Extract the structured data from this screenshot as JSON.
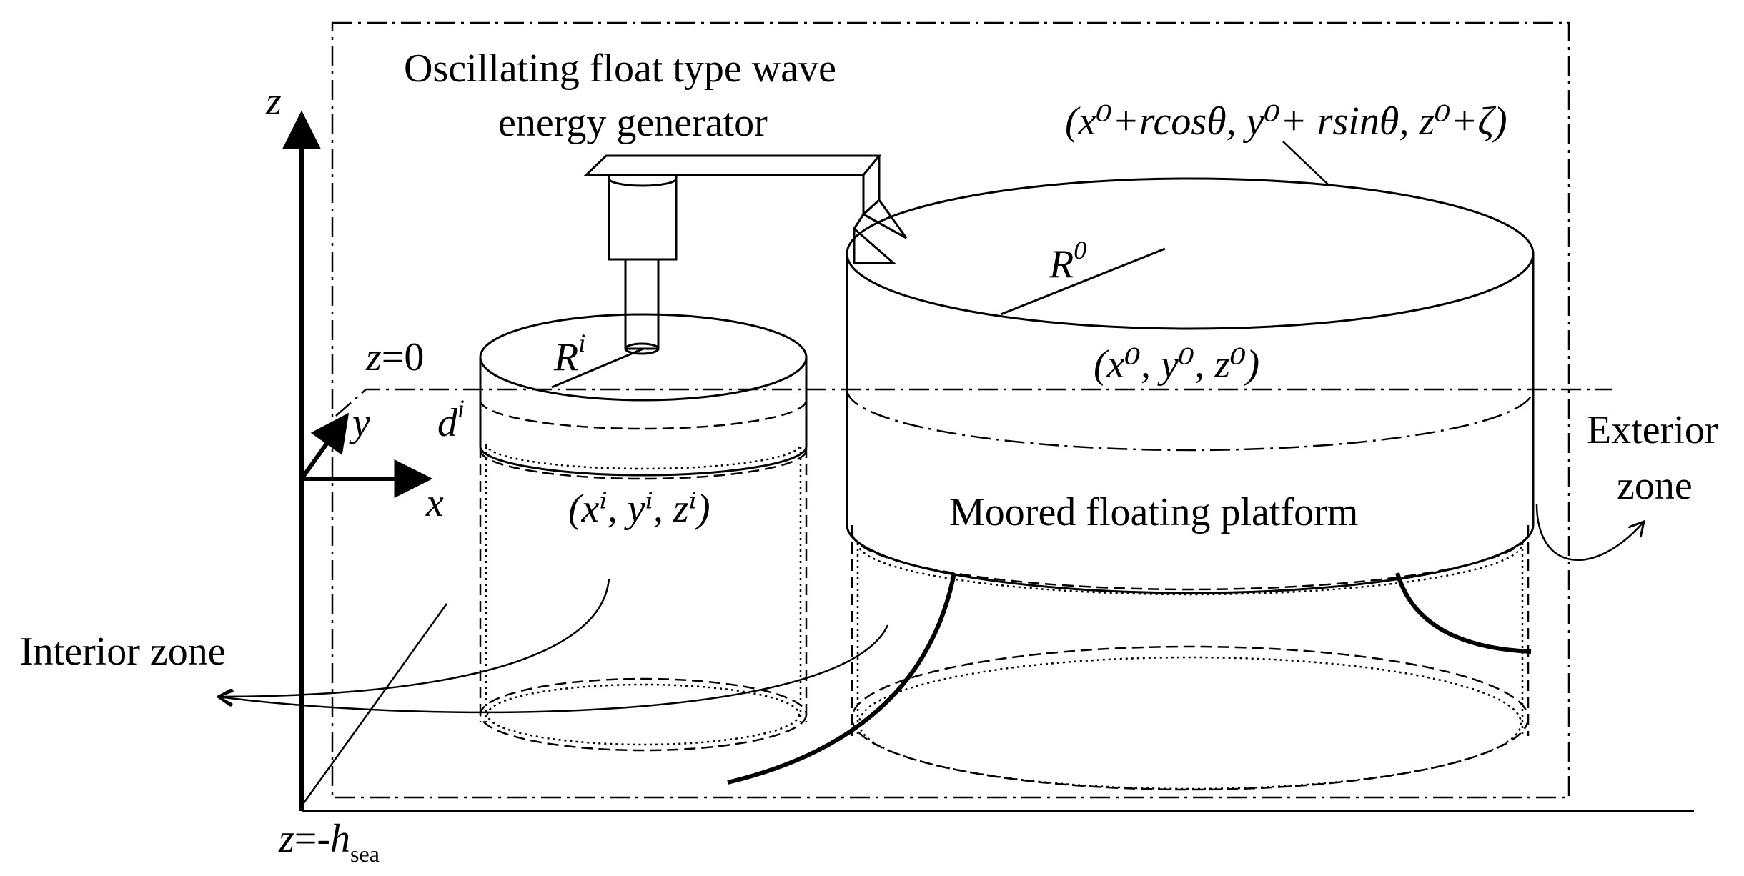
{
  "title_line1": "Oscillating float type wave",
  "title_line2": "energy generator",
  "axes": {
    "z": "z",
    "y": "y",
    "x": "x",
    "z0_var": "z",
    "z0_rest": "=0",
    "zsea_var": "z",
    "zsea_mid": "=-",
    "zsea_h": "h",
    "zsea_sub": "sea"
  },
  "labels": {
    "surface_point": "(x⁰+rcosθ, y⁰+ rsinθ, z⁰+ζ)",
    "R0_var": "R",
    "R0_sup": "0",
    "Ri_var": "R",
    "Ri_sup": "i",
    "di_var": "d",
    "di_sup": "i",
    "platform_center": "(x⁰, y⁰, z⁰)",
    "float_center": "(xⁱ, yⁱ, zⁱ)",
    "platform": "Moored floating platform",
    "exterior_line1": "Exterior",
    "exterior_line2": "zone",
    "interior": "Interior zone"
  }
}
